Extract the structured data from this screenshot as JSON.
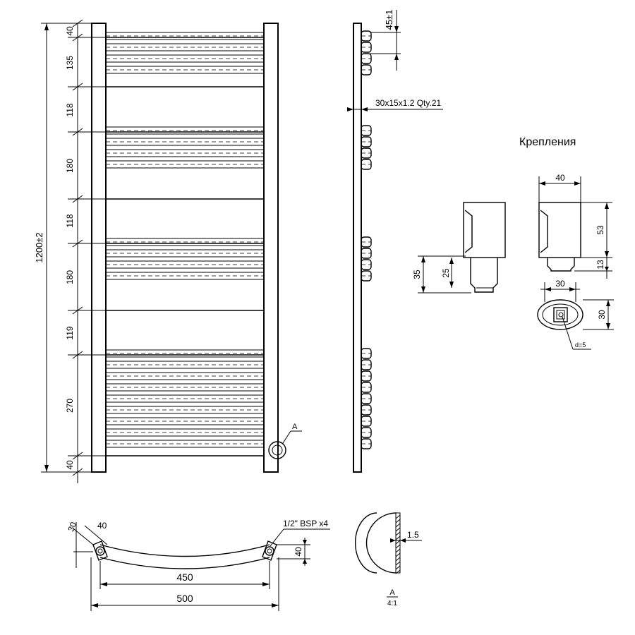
{
  "front_dims": {
    "total": "1200±2",
    "vertical": [
      "40",
      "135",
      "118",
      "180",
      "118",
      "180",
      "119",
      "270",
      "40"
    ]
  },
  "side": {
    "top_dim": "45±1",
    "tube_spec": "30x15x1.2  Qty.21"
  },
  "detail_callout": "A",
  "mounts": {
    "title": "Крепления",
    "dims": {
      "width40": "40",
      "height53": "53",
      "height13": "13",
      "height35": "35",
      "height25": "25",
      "width30": "30",
      "height30": "30",
      "hole": "d=5"
    }
  },
  "top_view": {
    "d30": "30",
    "d40a": "40",
    "d40b": "40",
    "thread": "1/2\" BSP x4",
    "d450": "450",
    "d500": "500"
  },
  "detail_view": {
    "thickness": "1.5",
    "label": "A",
    "scale": "4:1"
  }
}
